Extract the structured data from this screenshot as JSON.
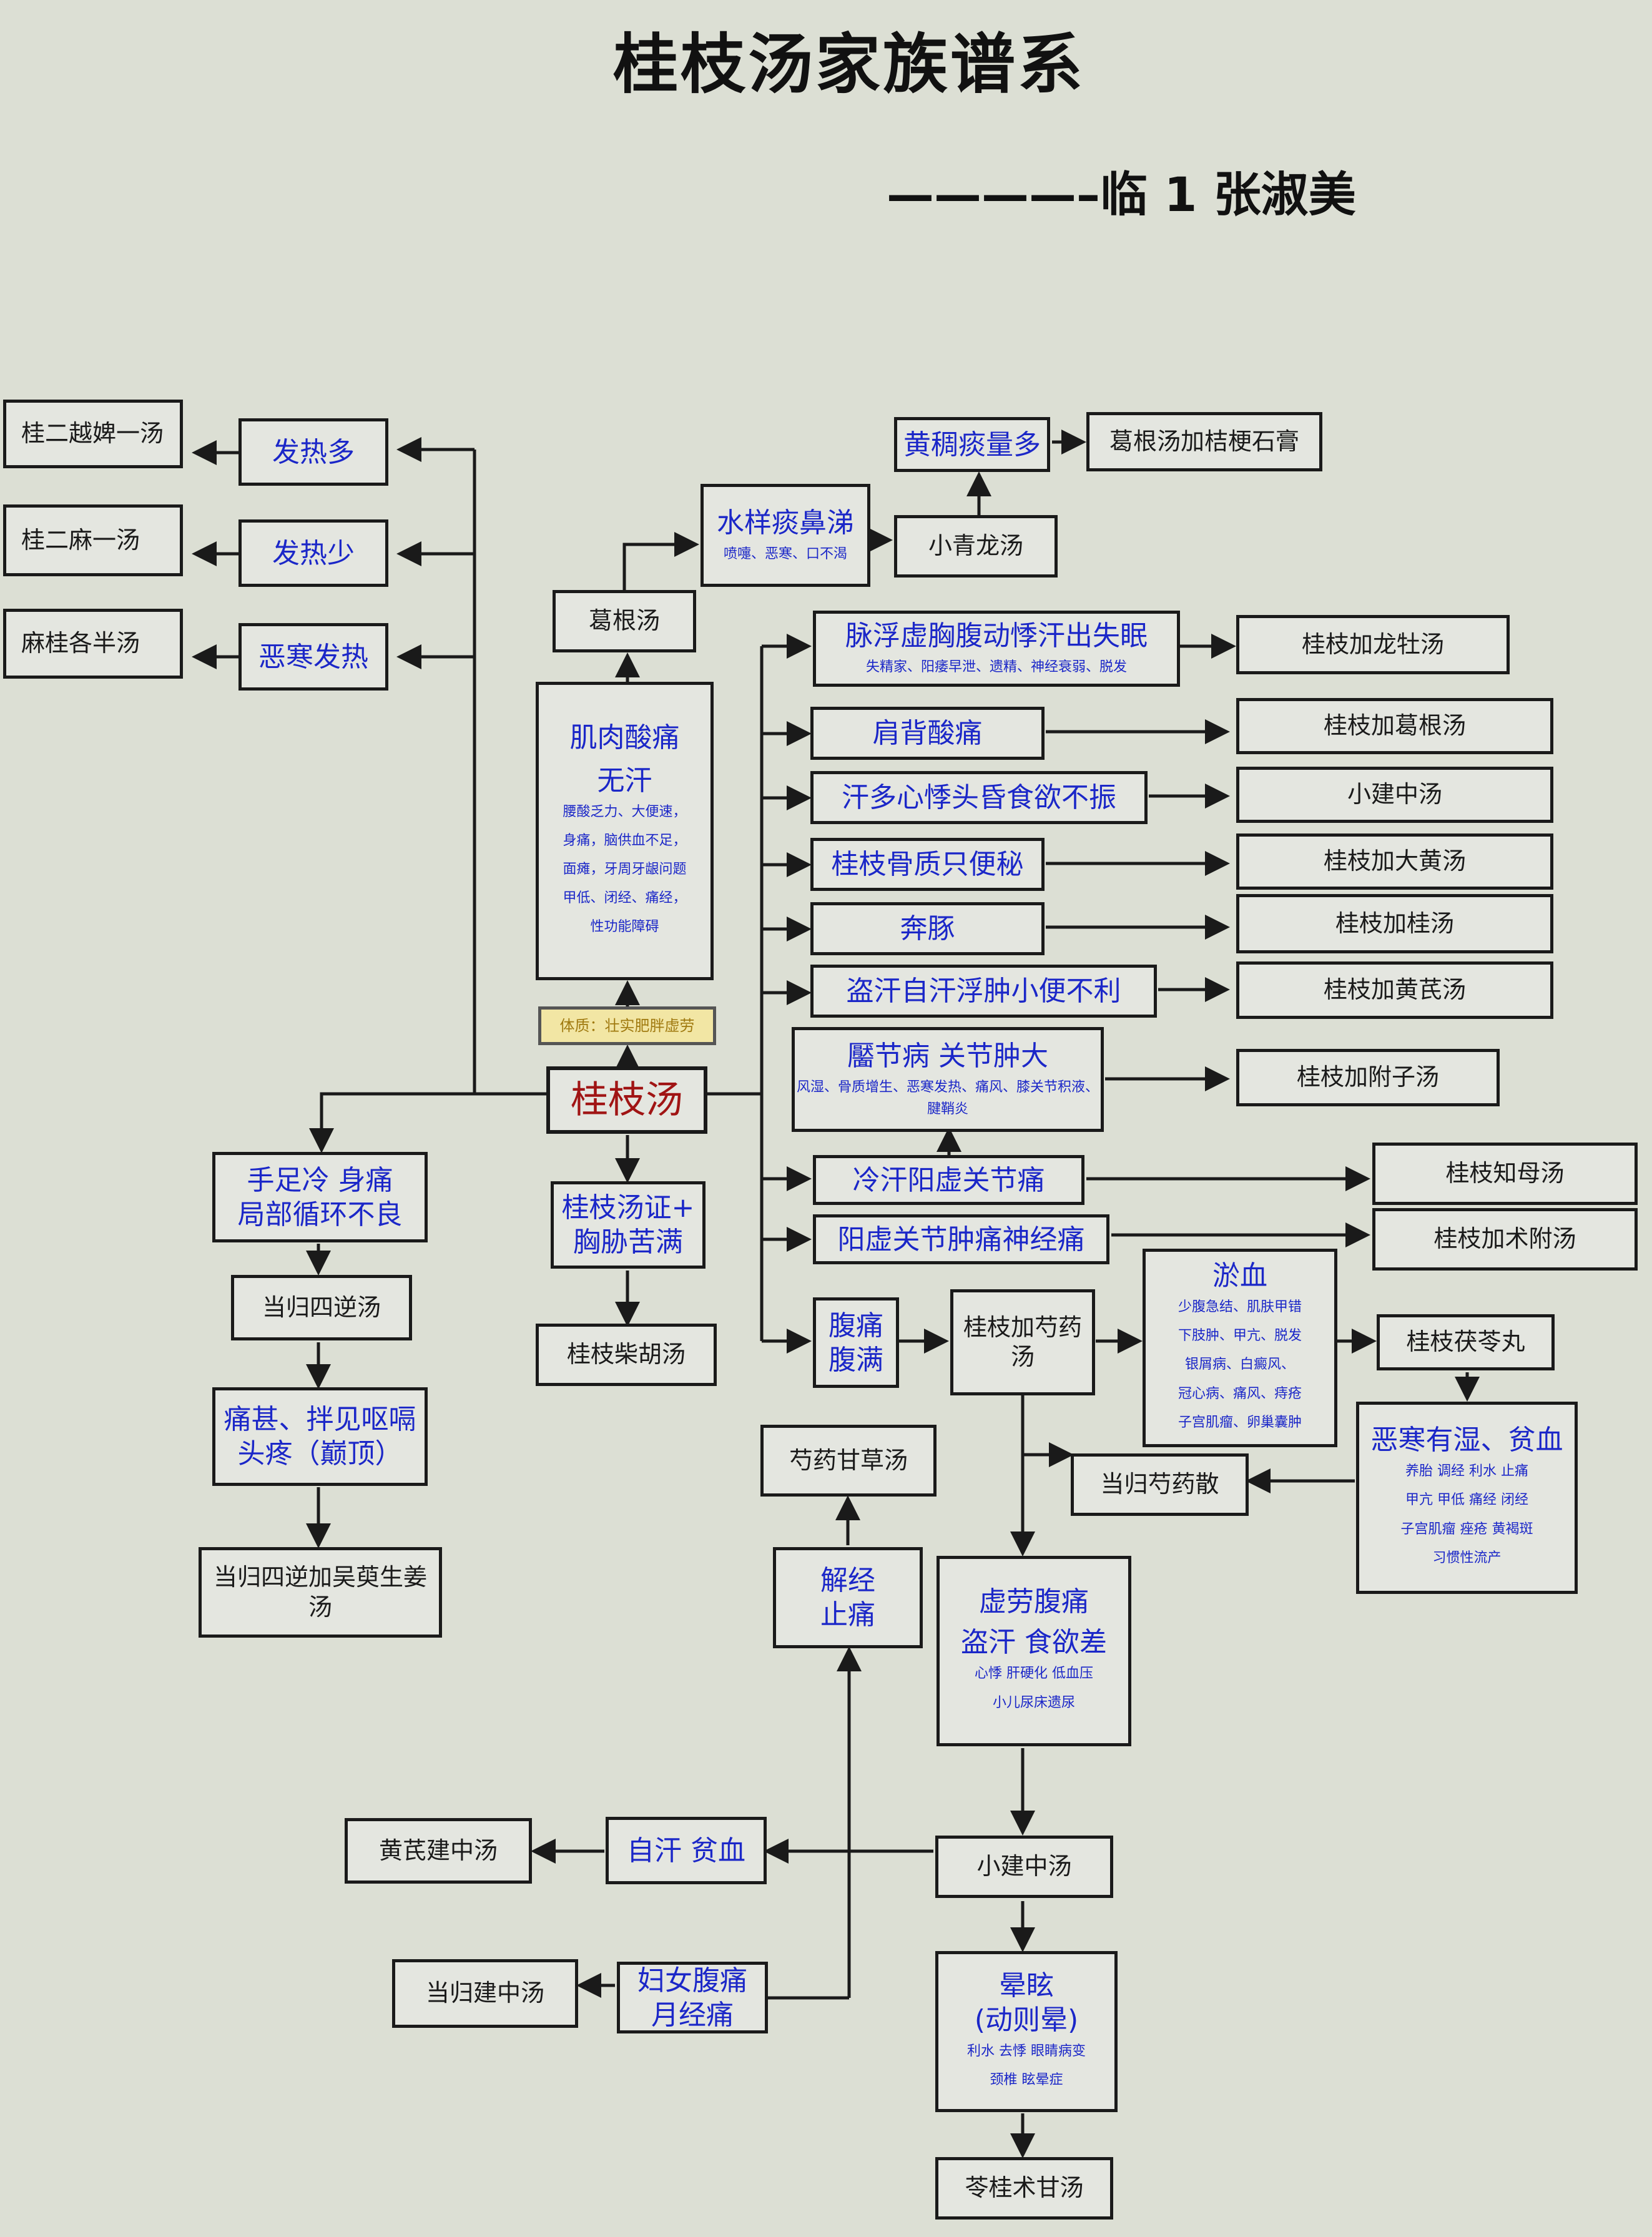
{
  "title": "桂枝汤家族谱系",
  "author": "————–临 1 张淑美",
  "nodes": {
    "root": "桂枝汤",
    "tizhi": "体质：壮实肥胖虚劳",
    "jirou": {
      "l1": "肌肉酸痛",
      "l2": "无汗",
      "sm": [
        "腰酸乏力、大便速，",
        "身痛，脑供血不足，",
        "面瘫，牙周牙龈问题",
        "甲低、闭经、痛经，",
        "性功能障碍"
      ]
    },
    "gegen": "葛根汤",
    "shuiyang": {
      "l1": "水样痰鼻涕",
      "sm": "喷嚏、恶寒、口不渴"
    },
    "xiaoqinglong": "小青龙汤",
    "huangchou": "黄稠痰量多",
    "gegenjia": "葛根汤加桔梗石膏",
    "fare_duo": "发热多",
    "fare_shao": "发热少",
    "ehan_fare": "恶寒发热",
    "gui2yue1": "桂二越婢一汤",
    "gui2ma1": "桂二麻一汤",
    "magui": "麻桂各半汤",
    "maifu": {
      "l1": "脉浮虚胸腹动悸汗出失眠",
      "sm": "失精家、阳痿早泄、遗精、神经衰弱、脱发"
    },
    "jianbei": "肩背酸痛",
    "handuo": "汗多心悸头昏食欲不振",
    "guzhi": "桂枝骨质只便秘",
    "bentun": "奔豚",
    "daohan": "盗汗自汗浮肿小便不利",
    "lijie": {
      "l1": "靨节病  关节肿大",
      "sm": "风湿、骨质增生、恶寒发热、痛风、膝关节积液、腱鞘炎"
    },
    "lenghan": "冷汗阳虚关节痛",
    "yangxu": "阳虚关节肿痛神经痛",
    "futong": {
      "l1": "腹痛",
      "l2": "腹满"
    },
    "jiashaoyao": {
      "l1": "桂枝加芍药",
      "l2": "汤"
    },
    "yuxue": {
      "l1": "淤血",
      "sm": [
        "少腹急结、肌肤甲错",
        "下肢肿、甲亢、脱发",
        "银屑病、白癜风、",
        "冠心病、痛风、痔疮",
        "子宫肌瘤、卵巢囊肿"
      ]
    },
    "gzfl": "桂枝茯苓丸",
    "ehan_shi": {
      "l1": "恶寒有湿、贫血",
      "sm": [
        "养胎  调经  利水  止痛",
        "甲亢  甲低  痛经  闭经",
        "子宫肌瘤  痤疮  黄褐斑",
        "习惯性流产"
      ]
    },
    "danggui_shaoyao": "当归芍药散",
    "shaoyao_gancao": "芍药甘草汤",
    "jiejing": {
      "l1": "解经",
      "l2": "止痛"
    },
    "xulao": {
      "l1": "虚劳腹痛",
      "l2": "盗汗  食欲差",
      "sm": [
        "心悸  肝硬化  低血压",
        "小儿尿床遗尿"
      ]
    },
    "xiaojianzhong": "小建中汤",
    "zihan": "自汗  贫血",
    "huangqi_jz": "黄芪建中汤",
    "funv": {
      "l1": "妇女腹痛",
      "l2": "月经痛"
    },
    "danggui_jz": "当归建中汤",
    "xuanyun": {
      "l1": "晕眩",
      "l2": "(动则晕)",
      "sm": [
        "利水  去悸  眼睛病变",
        "颈椎  眩晕症"
      ]
    },
    "lingui": "苓桂术甘汤",
    "longmu": "桂枝加龙牡汤",
    "gegen2": "桂枝加葛根汤",
    "xjz2": "小建中汤",
    "dahuang": "桂枝加大黄汤",
    "jiagui": "桂枝加桂汤",
    "huangqi": "桂枝加黄芪汤",
    "fuzi": "桂枝加附子汤",
    "zhimu": "桂枝知母汤",
    "shufu": "桂枝加术附汤",
    "shouzu": {
      "l1": "手足冷  身痛",
      "l2": "局部循环不良"
    },
    "dgsn": "当归四逆汤",
    "tongshen": {
      "l1": "痛甚、拌见呕嗝",
      "l2": "头疼（巅顶）"
    },
    "dgsn_wzy": {
      "l1": "当归四逆加吴萸生姜",
      "l2": "汤"
    },
    "xiongxie": {
      "l1": "桂枝汤证+",
      "l2": "胸胁苦满"
    },
    "chaihu": "桂枝柴胡汤"
  },
  "colors": {
    "node_text_blue": "#1b27c8",
    "node_text_black": "#1a1a1a",
    "root_text": "#a01414",
    "tizhi_bg": "#f2e6a4",
    "line": "#1a1a1a",
    "background": "#dcdfd4"
  }
}
